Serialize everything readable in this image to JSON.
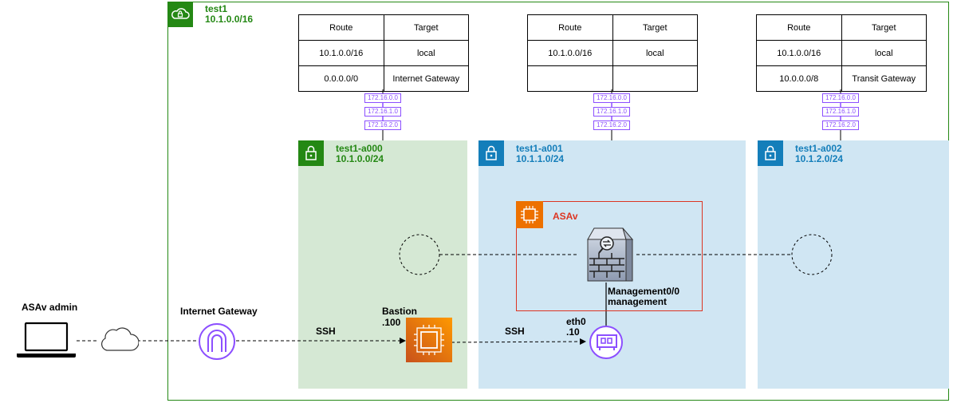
{
  "vpc": {
    "name": "test1",
    "cidr": "10.1.0.0/16"
  },
  "subnets": [
    {
      "name": "test1-a000",
      "cidr": "10.1.0.0/24"
    },
    {
      "name": "test1-a001",
      "cidr": "10.1.1.0/24"
    },
    {
      "name": "test1-a002",
      "cidr": "10.1.2.0/24"
    }
  ],
  "route_tables": [
    {
      "header": [
        "Route",
        "Target"
      ],
      "rows": [
        [
          "10.1.0.0/16",
          "local"
        ],
        [
          "0.0.0.0/0",
          "Internet Gateway"
        ]
      ]
    },
    {
      "header": [
        "Route",
        "Target"
      ],
      "rows": [
        [
          "10.1.0.0/16",
          "local"
        ],
        [
          "",
          ""
        ]
      ]
    },
    {
      "header": [
        "Route",
        "Target"
      ],
      "rows": [
        [
          "10.1.0.0/16",
          "local"
        ],
        [
          "10.0.0.0/8",
          "Transit Gateway"
        ]
      ]
    }
  ],
  "prefix_list": [
    "172.16.0.0",
    "172.16.1.0",
    "172.16.2.0"
  ],
  "labels": {
    "admin": "ASAv admin",
    "igw": "Internet Gateway",
    "bastion": "Bastion",
    "bastion_ip": ".100",
    "ssh1": "SSH",
    "ssh2": "SSH",
    "eni_name": "eth0",
    "eni_ip": ".10",
    "asav": "ASAv",
    "mgmt_if": "Management0/0",
    "mgmt": "management"
  },
  "colors": {
    "vpc_green": "#248814",
    "subnet_green_fill": "#d5e8d4",
    "subnet_blue_fill": "#d0e6f3",
    "subnet_blue": "#147eba",
    "prefix_purple": "#8c4fff",
    "asav_red": "#dd3522",
    "ec2_orange": "#ed7100"
  },
  "icons": [
    "cloud-icon",
    "lock-icon",
    "laptop-icon",
    "internet-gateway-icon",
    "ec2-instance-icon",
    "network-interface-icon",
    "firewall-icon",
    "chip-icon",
    "prefix-list-icon"
  ]
}
